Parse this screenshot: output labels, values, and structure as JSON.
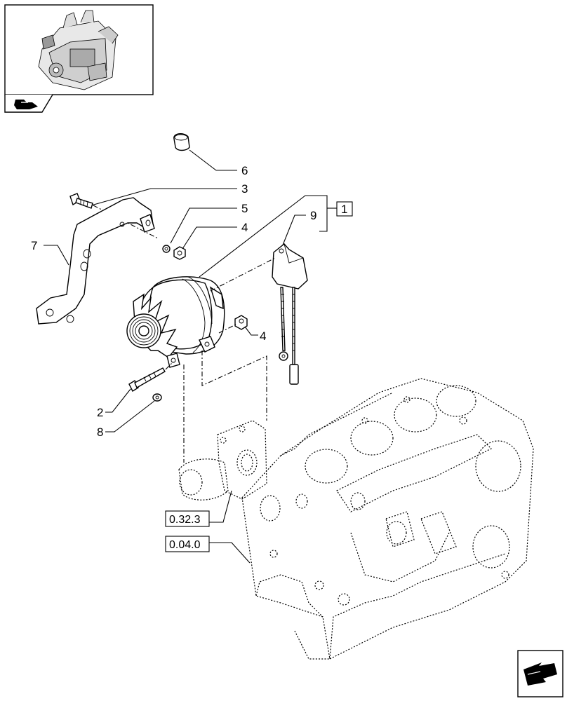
{
  "callouts": [
    "6",
    "3",
    "5",
    "4",
    "7",
    "9",
    "1",
    "4",
    "2",
    "8"
  ],
  "references": [
    "0.32.3",
    "0.04.0"
  ],
  "icons": {
    "thumbnail": "engine-thumbnail-icon",
    "section": "section-tag-icon",
    "navigation": "next-page-arrow-icon"
  }
}
